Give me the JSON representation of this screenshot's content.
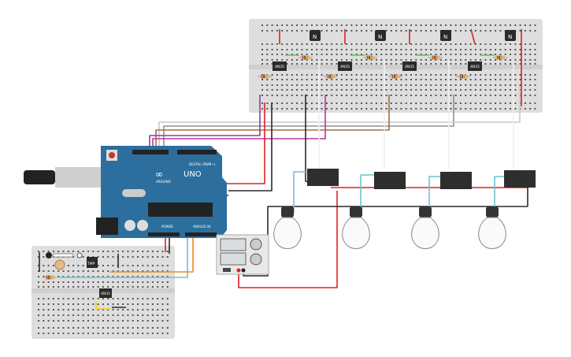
{
  "arduino": {
    "brand": "ARDUINO",
    "model": "UNO",
    "digital_label": "DIGITAL (PWM~)",
    "power_label": "POWER",
    "analog_label": "ANALOG IN",
    "color": "#2c6f9e"
  },
  "transistor_label": "N",
  "optocoupler_label": "4N35",
  "temp_sensor_label": "TMP",
  "colors": {
    "breadboard": "#dcdcdc",
    "wire_red": "#e02020",
    "wire_black": "#2a2a2a",
    "wire_cyan": "#6cc4d4",
    "wire_orange": "#f08a10",
    "wire_purple": "#8a3fa0",
    "wire_magenta": "#c0349a",
    "wire_brown": "#a07040",
    "wire_gray": "#909090",
    "wire_green": "#60c050",
    "wire_yellow": "#f0d020"
  }
}
